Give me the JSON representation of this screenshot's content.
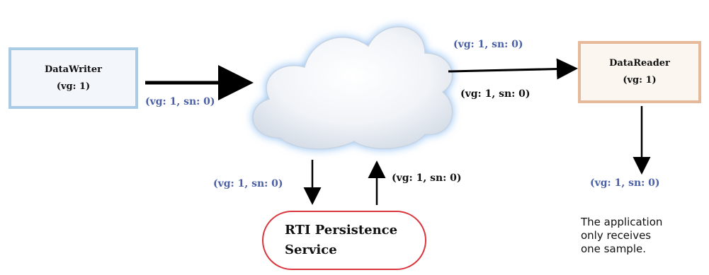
{
  "writer": {
    "title": "DataWriter",
    "vg": "(vg: 1)"
  },
  "reader": {
    "title": "DataReader",
    "vg": "(vg: 1)"
  },
  "persistence": {
    "line1": "RTI Persistence",
    "line2": "Service"
  },
  "labels": {
    "writer_to_cloud": "(vg: 1, sn: 0)",
    "cloud_to_reader_top": "(vg: 1, sn: 0)",
    "cloud_to_reader_bottom": "(vg: 1, sn: 0)",
    "cloud_to_persistence": "(vg: 1, sn: 0)",
    "persistence_to_cloud": "(vg: 1, sn: 0)",
    "reader_to_app": "(vg: 1, sn: 0)"
  },
  "app_note": [
    "The application",
    "only receives",
    "one sample."
  ],
  "colors": {
    "writer_border": "#a9cbe3",
    "reader_border": "#e5b99a",
    "persistence_border": "#d9363e",
    "label_blue": "#4a5fa7"
  }
}
